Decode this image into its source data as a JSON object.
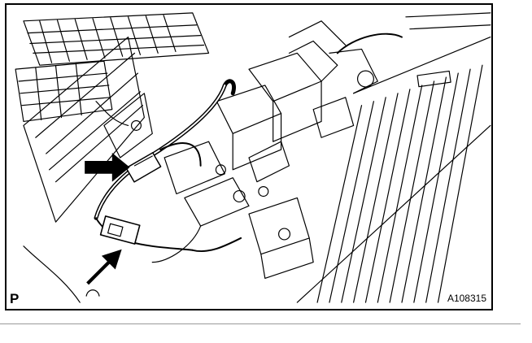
{
  "figure": {
    "view_label": "P",
    "figure_id": "A108315",
    "arrow_count": 2
  }
}
